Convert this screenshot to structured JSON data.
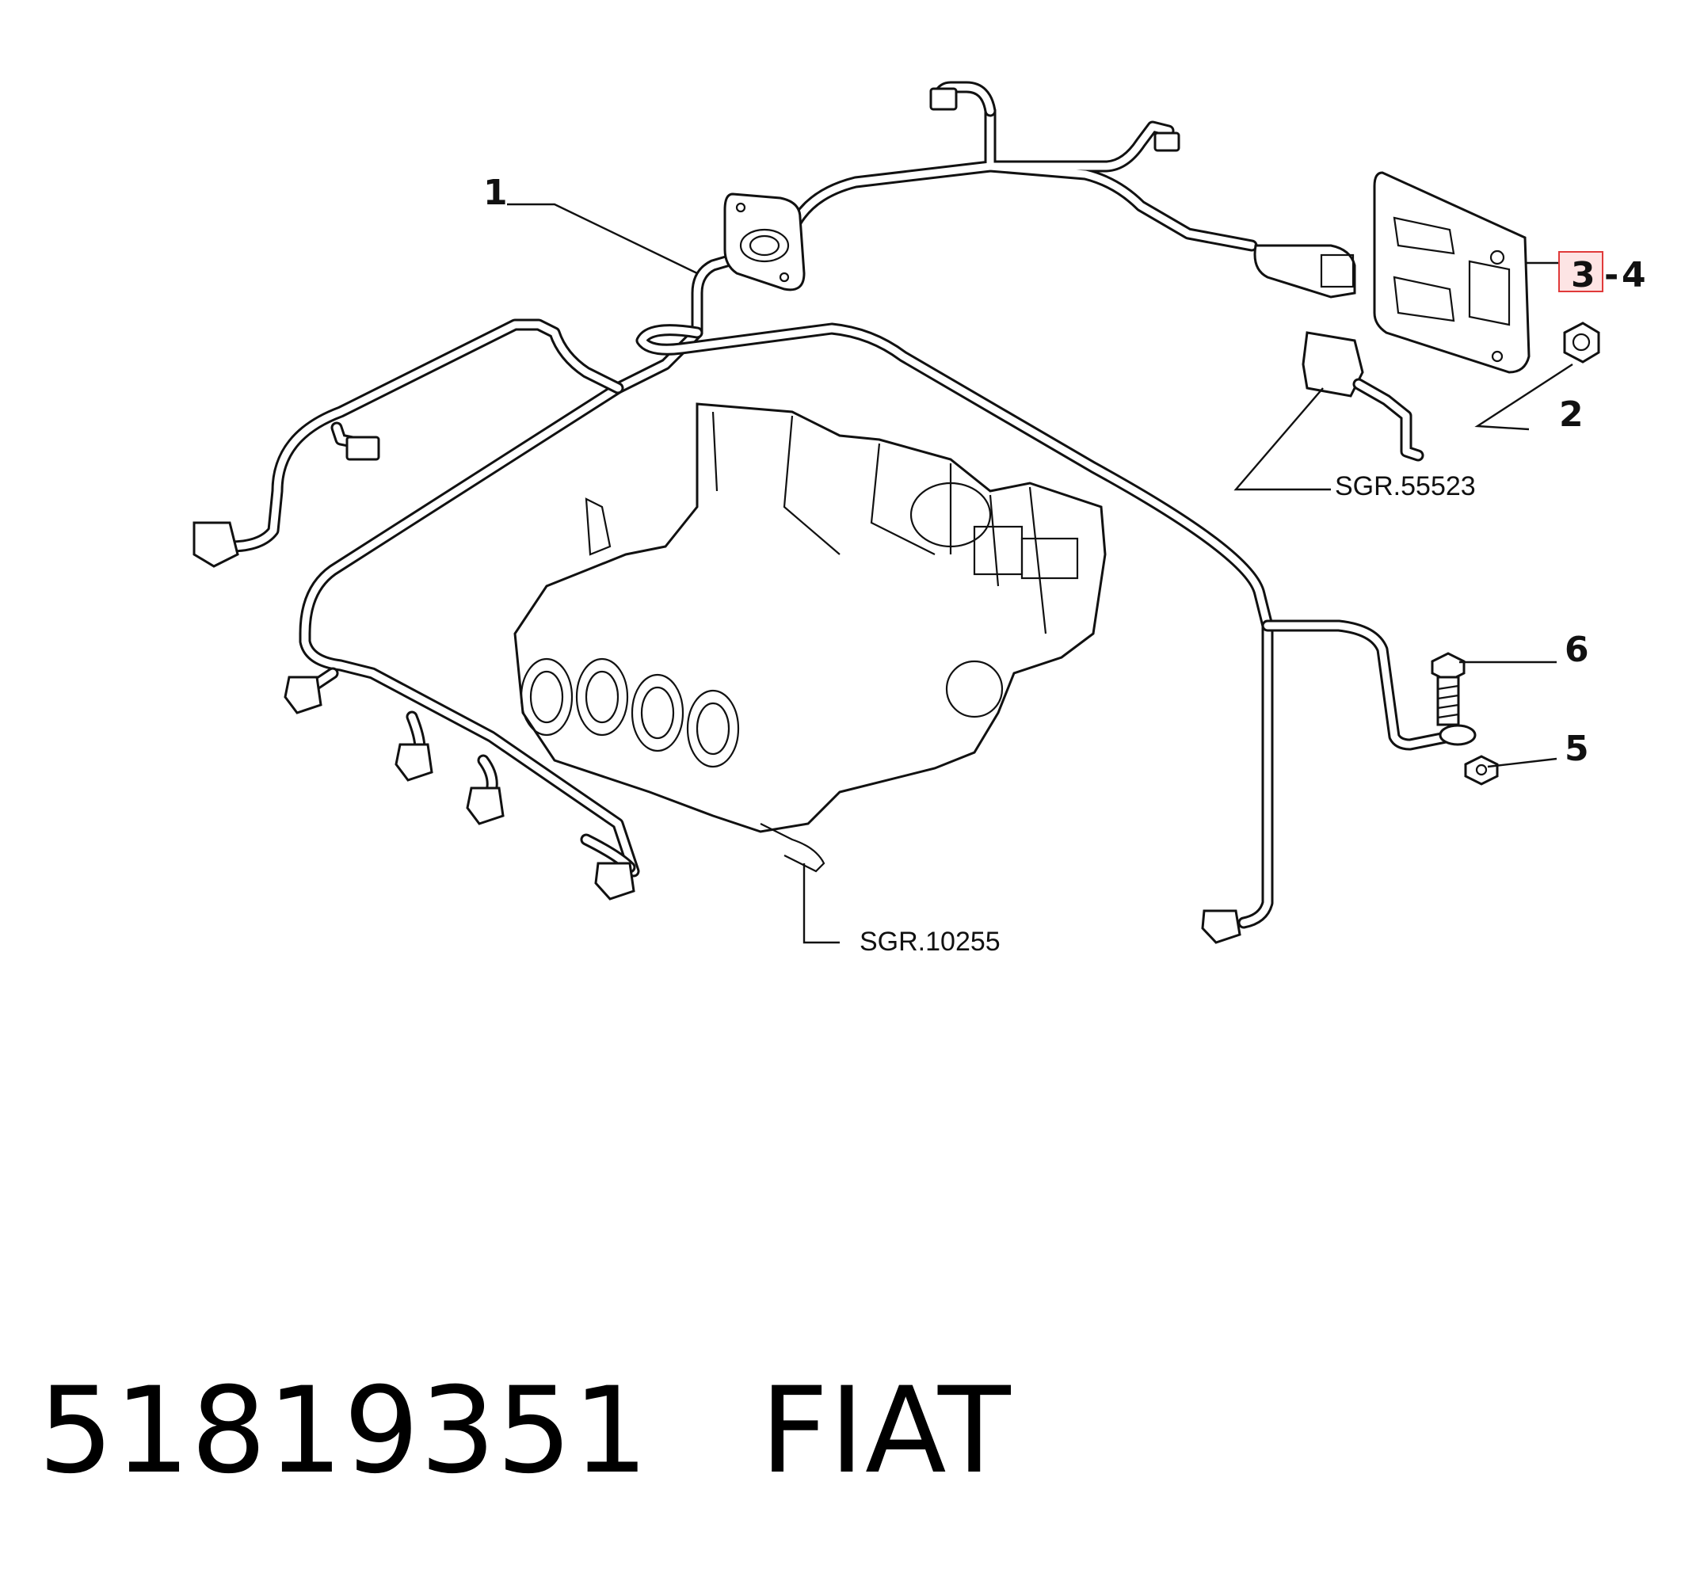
{
  "callouts": {
    "c1": "1",
    "c2": "2",
    "c3": "3",
    "c4": "4",
    "c5": "5",
    "c6": "6",
    "dash": "-"
  },
  "references": {
    "sgr_top": "SGR.55523",
    "sgr_bottom": "SGR.10255"
  },
  "footer": {
    "part_number": "51819351",
    "brand": "FIAT"
  },
  "colors": {
    "highlight_border": "#e03a3a",
    "highlight_fill": "#fde4e4"
  }
}
